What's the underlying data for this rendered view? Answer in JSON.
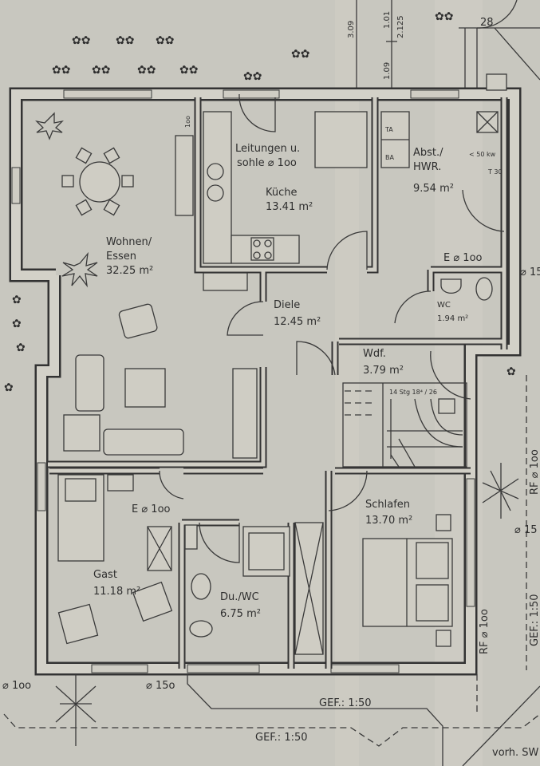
{
  "dimensions": {
    "d1": "3.09",
    "d2": "1.01",
    "d3": "2.125",
    "d4": "1.09",
    "d5": "28",
    "d6": "1oo"
  },
  "rooms": {
    "wohnen": {
      "name1": "Wohnen/",
      "name2": "Essen",
      "area": "32.25 m²"
    },
    "kueche": {
      "name": "Küche",
      "area": "13.41 m²",
      "note1": "Leitungen u.",
      "note2": "sohle ⌀ 1oo"
    },
    "hwr": {
      "name1": "Abst./",
      "name2": "HWR.",
      "area": "9.54 m²",
      "ta": "TA",
      "ba": "BA",
      "heater": "< 50 kw",
      "door": "T 30"
    },
    "diele": {
      "name": "Diele",
      "area": "12.45 m²"
    },
    "wc": {
      "name": "WC",
      "area": "1.94 m²",
      "vent": "E ⌀ 1oo"
    },
    "wdf": {
      "name": "Wdf.",
      "area": "3.79 m²",
      "stairs": "14 Stg 18⁴ / 26"
    },
    "schlafen": {
      "name": "Schlafen",
      "area": "13.70 m²"
    },
    "gast": {
      "name": "Gast",
      "area": "11.18 m²",
      "vent": "E ⌀ 1oo"
    },
    "duwc": {
      "name": "Du./WC",
      "area": "6.75 m²"
    }
  },
  "annotations": {
    "pipe_left": "⌀ 1oo",
    "pipe_bottom": "⌀ 15o",
    "pipe_right_top": "⌀ 15",
    "pipe_right_mid": "⌀ 15",
    "rf_right": "RF ⌀ 1oo",
    "rf_far_right": "RF ⌀ 1oo",
    "gef_1": "GEF.: 1:50",
    "gef_2": "GEF.: 1:50",
    "gef_3": "GEF.: 1:50",
    "existing": "vorh. SW"
  }
}
